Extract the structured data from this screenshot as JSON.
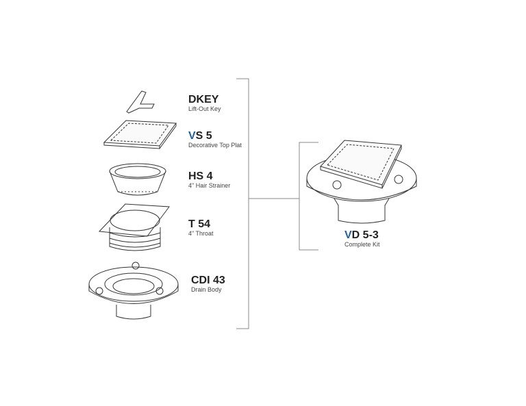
{
  "parts": [
    {
      "prefix": "",
      "code": "DKEY",
      "desc": "Lift-Out Key"
    },
    {
      "prefix": "V",
      "code": "S 5",
      "desc": "Decorative Top Plat"
    },
    {
      "prefix": "",
      "code": "HS 4",
      "desc": "4\" Hair Strainer"
    },
    {
      "prefix": "",
      "code": "T 54",
      "desc": "4\" Throat"
    },
    {
      "prefix": "",
      "code": "CDI 43",
      "desc": "Drain Body"
    }
  ],
  "kit": {
    "prefix": "V",
    "code": "D 5-3",
    "desc": "Complete Kit"
  },
  "colors": {
    "accent": "#1f5fa8",
    "line": "#333333",
    "bracket": "#888888"
  }
}
